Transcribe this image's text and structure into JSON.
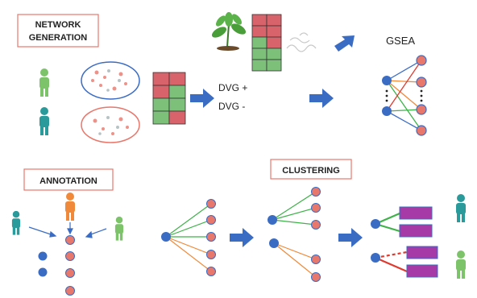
{
  "sections": {
    "network_generation": {
      "line1": "NETWORK",
      "line2": "GENERATION"
    },
    "annotation": {
      "label": "ANNOTATION"
    },
    "clustering": {
      "label": "CLUSTERING"
    },
    "gsea": {
      "label": "GSEA"
    }
  },
  "dvg": {
    "plus": "DVG +",
    "minus": "DVG -"
  },
  "colors": {
    "box_border": "#e8776c",
    "arrow": "#3b6cc4",
    "node_blue": "#3b6cc4",
    "node_orange": "#e8776c",
    "edge_green": "#3fb24a",
    "edge_orange": "#f08a3a",
    "edge_red": "#e03a2f",
    "edge_blue": "#3b6cc4",
    "person_green": "#7cc36a",
    "person_teal": "#2a9a9a",
    "person_orange": "#f08a3a",
    "heatmap_red": "#d9636b",
    "heatmap_green": "#7cc07a",
    "purple_block": "#a63aa6",
    "plant_green": "#4a9e3a"
  }
}
